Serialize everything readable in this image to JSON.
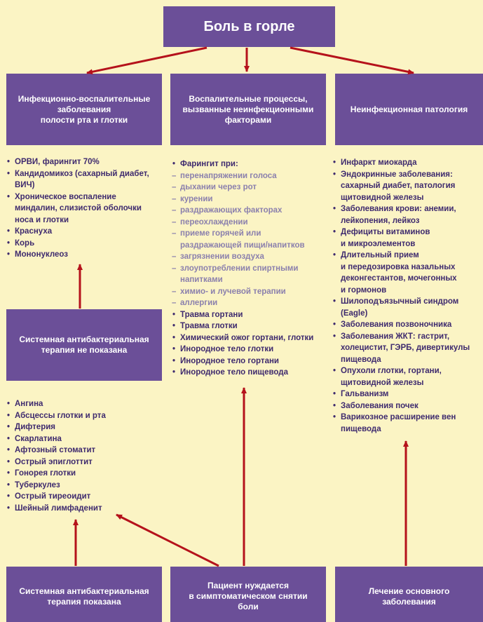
{
  "colors": {
    "background": "#fbf4c4",
    "box": "#6b4f98",
    "box_text": "#ffffff",
    "list_text": "#3e2a6e",
    "list_sub_text": "#8b80ad",
    "arrow": "#b5121b"
  },
  "title": "Боль в горле",
  "categories": {
    "infectious": "Инфекционно-воспалительные\nзаболевания\nполости рта и глотки",
    "inflammatory": "Воспалительные процессы,\nвызванные неинфекционными\nфакторами",
    "noninfectious": "Неинфекционная патология"
  },
  "lists": {
    "infectious": [
      "ОРВИ, фарингит 70%",
      "Кандидомикоз (сахарный диабет,\nВИЧ)",
      "Хроническое воспаление\nминдалин, слизистой оболочки\nноса и глотки",
      "Краснуха",
      "Корь",
      "Мононуклеоз"
    ],
    "inflammatory": [
      {
        "text": "Фарингит при:",
        "type": "bullet"
      },
      {
        "text": "перенапряжении голоса",
        "type": "dash"
      },
      {
        "text": "дыхании через рот",
        "type": "dash"
      },
      {
        "text": "курении",
        "type": "dash"
      },
      {
        "text": "раздражающих факторах",
        "type": "dash"
      },
      {
        "text": "переохлаждении",
        "type": "dash"
      },
      {
        "text": "приеме горячей или\nраздражающей пищи/напитков",
        "type": "dash"
      },
      {
        "text": "загрязнении воздуха",
        "type": "dash"
      },
      {
        "text": "злоупотреблении спиртными\nнапитками",
        "type": "dash"
      },
      {
        "text": "химио- и лучевой терапии",
        "type": "dash"
      },
      {
        "text": "аллергии",
        "type": "dash"
      },
      {
        "text": "Травма гортани",
        "type": "bullet"
      },
      {
        "text": "Травма глотки",
        "type": "bullet"
      },
      {
        "text": "Химический ожог гортани, глотки",
        "type": "bullet"
      },
      {
        "text": "Инородное тело глотки",
        "type": "bullet"
      },
      {
        "text": "Инородное тело гортани",
        "type": "bullet"
      },
      {
        "text": "Инородное тело пищевода",
        "type": "bullet"
      }
    ],
    "noninfectious": [
      "Инфаркт миокарда",
      "Эндокринные заболевания:\nсахарный диабет, патология\nщитовидной железы",
      "Заболевания крови: анемии,\nлейкопения, лейкоз",
      "Дефициты витаминов\nи микроэлементов",
      "Длительный прием\nи передозировка назальных\nдеконгестантов, мочегонных\nи гормонов",
      "Шилоподъязычный синдром\n(Eagle)",
      "Заболевания позвоночника",
      "Заболевания ЖКТ: гастрит,\nхолецистит, ГЭРБ, дивертикулы\nпищевода",
      "Опухоли глотки, гортани,\nщитовидной железы",
      "Гальванизм",
      "Заболевания почек",
      "Варикозное расширение вен\nпищевода"
    ],
    "antibacterial_indicated": [
      "Ангина",
      "Абсцессы глотки и рта",
      "Дифтерия",
      "Скарлатина",
      "Афтозный стоматит",
      "Острый эпиглоттит",
      "Гонорея глотки",
      "Туберкулез",
      "Острый тиреоидит",
      "Шейный лимфаденит"
    ]
  },
  "bottom": {
    "antibacterial_not_shown": "Системная антибактериальная\nтерапия не показана",
    "antibacterial_shown": "Системная антибактериальная\nтерапия показана",
    "symptomatic": "Пациент нуждается\nв симптоматическом снятии боли",
    "treat_underlying": "Лечение основного заболевания"
  }
}
